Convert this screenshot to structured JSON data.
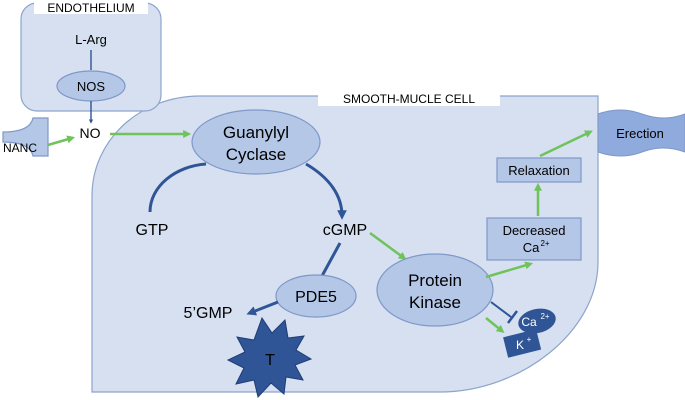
{
  "endothelium": {
    "title": "ENDOTHELIUM",
    "l_arg": "L-Arg",
    "nos": "NOS"
  },
  "smooth_muscle_cell": {
    "title": "SMOOTH-MUCLE CELL"
  },
  "nanc": "NANC",
  "no": "NO",
  "guanylyl_cyclase": {
    "line1": "Guanylyl",
    "line2": "Cyclase"
  },
  "gtp": "GTP",
  "cgmp": "cGMP",
  "pde5": "PDE5",
  "five_gmp": "5’GMP",
  "t_label": "T",
  "protein_kinase": {
    "line1": "Protein",
    "line2": "Kinase"
  },
  "decreased": {
    "line1": "Decreased",
    "ca": "Ca",
    "sup": "2+"
  },
  "relaxation": "Relaxation",
  "erection": "Erection",
  "ca_channel": {
    "base": "Ca",
    "sup": "2+"
  },
  "k_channel": {
    "base": "K",
    "sup": "+"
  },
  "colors": {
    "cell_fill": "#d6e0f1",
    "node_fill": "#b4c7e7",
    "node_stroke": "#7f98c7",
    "dark_blue": "#2f5597",
    "green_arrow": "#70c35a",
    "banner": "#8faadc"
  }
}
